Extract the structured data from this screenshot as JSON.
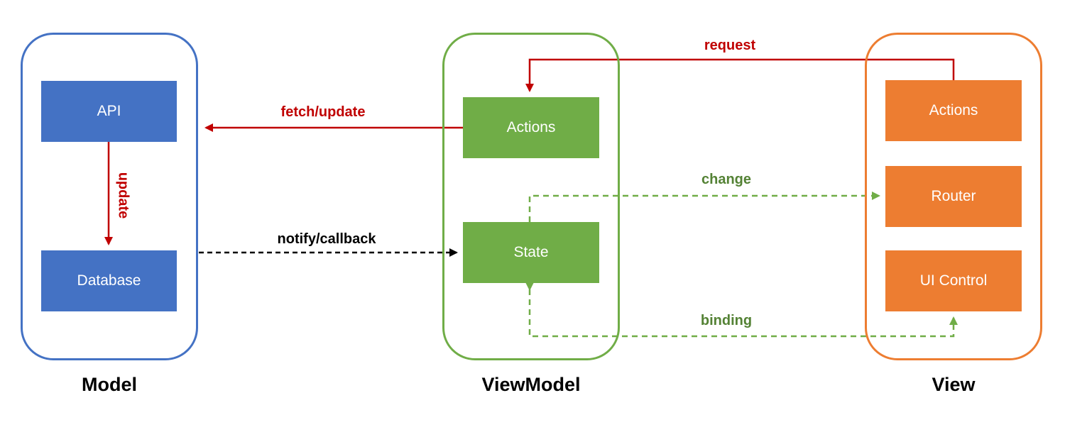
{
  "colors": {
    "model": "#4472c4",
    "viewmodel": "#70ad47",
    "view": "#ed7d31",
    "red_arrow": "#c00000",
    "green_arrow": "#70ad47",
    "green_text": "#548235",
    "black_arrow": "#000000"
  },
  "groups": {
    "model": {
      "title": "Model"
    },
    "viewmodel": {
      "title": "ViewModel"
    },
    "view": {
      "title": "View"
    }
  },
  "nodes": {
    "api": "API",
    "database": "Database",
    "vm_actions": "Actions",
    "vm_state": "State",
    "view_actions": "Actions",
    "router": "Router",
    "ui_control": "UI Control"
  },
  "edges": {
    "request": "request",
    "fetch_update": "fetch/update",
    "update": "update",
    "notify_callback": "notify/callback",
    "change": "change",
    "binding": "binding"
  }
}
